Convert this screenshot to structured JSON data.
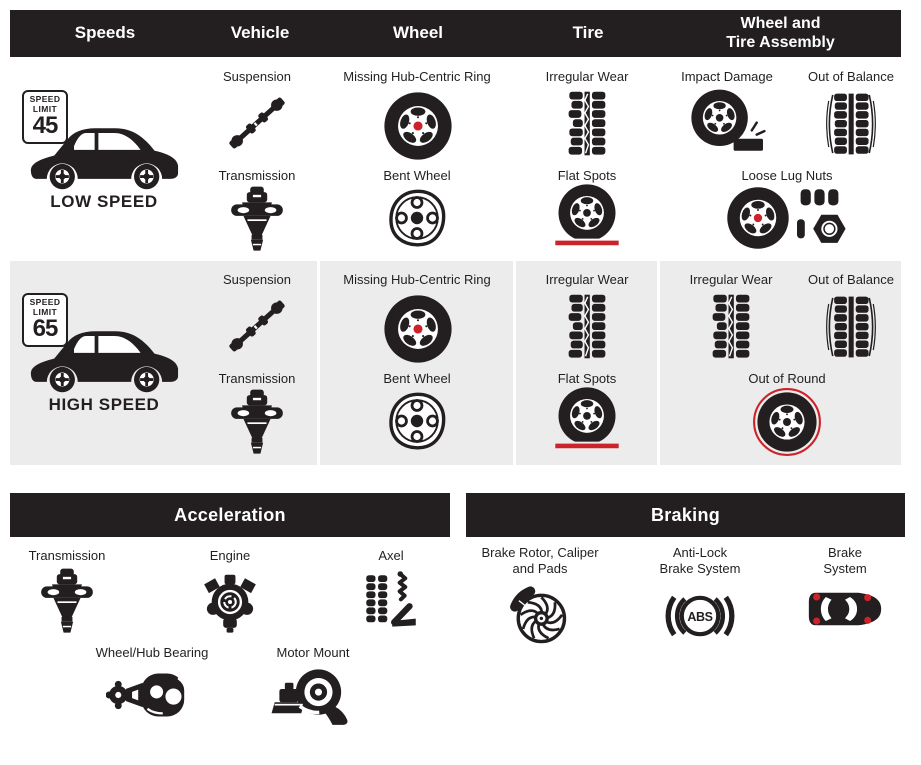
{
  "colors": {
    "black": "#231f20",
    "red": "#cc2229",
    "row_alt_bg": "#ececec"
  },
  "header": {
    "columns": [
      {
        "lines": [
          "Speeds"
        ]
      },
      {
        "lines": [
          "Vehicle"
        ]
      },
      {
        "lines": [
          "Wheel"
        ]
      },
      {
        "lines": [
          "Tire"
        ]
      },
      {
        "lines": [
          "Wheel and",
          "Tire Assembly"
        ]
      }
    ]
  },
  "rows": [
    {
      "sign": {
        "top": "SPEED",
        "mid": "LIMIT",
        "value": "45"
      },
      "speed_label": "LOW SPEED",
      "vehicle": {
        "item1": "Suspension",
        "item2": "Transmission"
      },
      "wheel": {
        "item1": "Missing Hub-Centric Ring",
        "item2": "Bent Wheel"
      },
      "tire": {
        "item1": "Irregular Wear",
        "item2": "Flat Spots"
      },
      "assembly": {
        "item1": "Impact Damage",
        "item2": "Out of Balance",
        "item3": "Loose Lug Nuts"
      }
    },
    {
      "sign": {
        "top": "SPEED",
        "mid": "LIMIT",
        "value": "65"
      },
      "speed_label": "HIGH SPEED",
      "vehicle": {
        "item1": "Suspension",
        "item2": "Transmission"
      },
      "wheel": {
        "item1": "Missing Hub-Centric Ring",
        "item2": "Bent Wheel"
      },
      "tire": {
        "item1": "Irregular Wear",
        "item2": "Flat Spots"
      },
      "assembly": {
        "item1": "Irregular Wear",
        "item2": "Out of Balance",
        "item3": "Out of Round"
      }
    }
  ],
  "acceleration": {
    "title": "Acceleration",
    "items": {
      "transmission": "Transmission",
      "engine": "Engine",
      "axel": "Axel",
      "bearing": "Wheel/Hub Bearing",
      "motor": "Motor Mount"
    }
  },
  "braking": {
    "title": "Braking",
    "rotor": {
      "lines": [
        "Brake Rotor, Caliper",
        "and Pads"
      ]
    },
    "abs": {
      "lines": [
        "Anti-Lock",
        "Brake System"
      ]
    },
    "system": {
      "lines": [
        "Brake",
        "System"
      ]
    },
    "abs_symbol_text": "ABS"
  }
}
